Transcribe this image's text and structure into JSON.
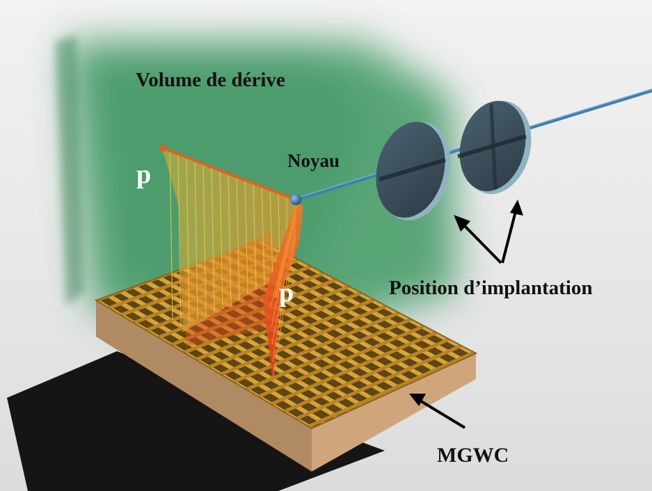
{
  "diagram": {
    "labels": {
      "volume": "Volume de dérive",
      "noyau": "Noyau",
      "proton_upper": "p",
      "proton_lower": "p",
      "position": "Position d’implantation",
      "detector": "MGWC"
    },
    "colors": {
      "drift_volume": "#3f9a63",
      "beam": "#3e7fae",
      "disk_face": "#3e5562",
      "disk_rim": "#8fb3c2",
      "proton_track": "#e0611f",
      "projection": "#d94a1e",
      "grid_gold": "#c9962e",
      "grid_dark": "#5e4514",
      "detector_base": "#c9a07a",
      "shadow": "#151515"
    }
  }
}
